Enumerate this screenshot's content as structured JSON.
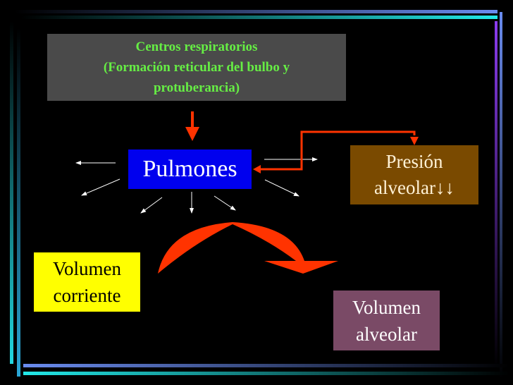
{
  "centros": {
    "line1": "Centros respiratorios",
    "line2": "(Formación reticular del bulbo y",
    "line3": "protuberancia)"
  },
  "pulmones": {
    "label": "Pulmones"
  },
  "presion": {
    "line1": "Presión",
    "line2": "alveolar↓↓"
  },
  "volumen_corriente": {
    "line1": "Volumen",
    "line2": "corriente"
  },
  "volumen_alveolar": {
    "line1": "Volumen",
    "line2": "alveolar"
  },
  "colors": {
    "arrow_red": "#ff3300",
    "centros_bg": "#4a4a4a",
    "centros_text": "#66ee44",
    "pulmones_bg": "#0000ee",
    "presion_bg": "#7a4a00",
    "corriente_bg": "#ffff00",
    "alveolar_bg": "#7a4a66"
  }
}
